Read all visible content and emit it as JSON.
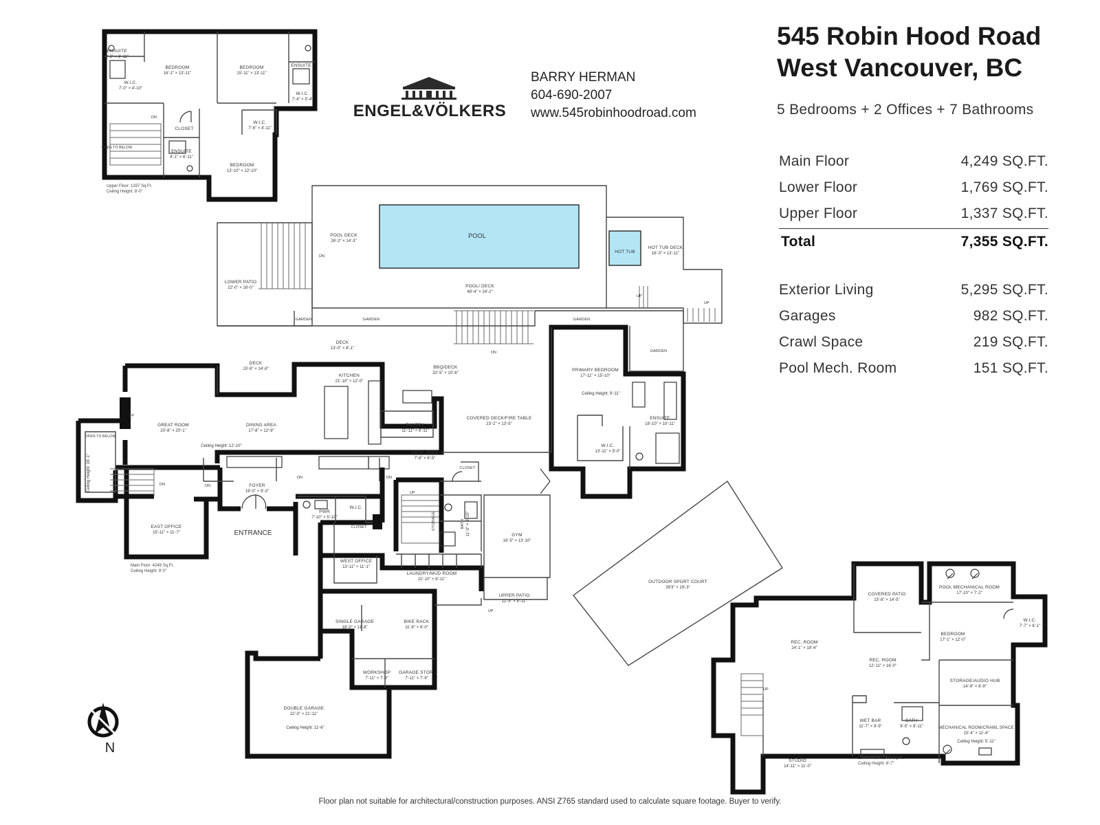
{
  "property": {
    "address_line1": "545 Robin Hood Road",
    "address_line2": "West Vancouver, BC",
    "summary": "5 Bedrooms + 2 Offices + 7 Bathrooms"
  },
  "areas": [
    {
      "label": "Main Floor",
      "value": "4,249 SQ.FT."
    },
    {
      "label": "Lower Floor",
      "value": "1,769 SQ.FT."
    },
    {
      "label": "Upper Floor",
      "value": "1,337 SQ.FT."
    }
  ],
  "total": {
    "label": "Total",
    "value": "7,355 SQ.FT."
  },
  "other_areas": [
    {
      "label": "Exterior Living",
      "value": "5,295 SQ.FT."
    },
    {
      "label": "Garages",
      "value": "982 SQ.FT."
    },
    {
      "label": "Crawl Space",
      "value": "219 SQ.FT."
    },
    {
      "label": "Pool Mech. Room",
      "value": "151 SQ.FT."
    }
  ],
  "brand": {
    "name": "ENGEL&VÖLKERS",
    "logo_icon": "house-logo-icon"
  },
  "agent": {
    "name": "BARRY HERMAN",
    "phone": "604-690-2007",
    "website": "www.545robinhoodroad.com"
  },
  "disclaimer": "Floor plan not suitable for architectural/construction purposes. ANSI Z765 standard used to calculate square footage. Buyer to verify.",
  "compass": {
    "label": "N",
    "icon": "north-arrow-icon"
  },
  "upper_floor": {
    "caption": "Upper Floor: 1337 Sq.Ft.",
    "ceiling": "Ceiling Height: 8'-0\"",
    "rooms": [
      {
        "name": "ENSUITE",
        "dims": "8'-3\" × 6'-11\""
      },
      {
        "name": "BEDROOM",
        "dims": "16'-1\" × 13'-11\""
      },
      {
        "name": "BEDROOM",
        "dims": "15'-11\" × 13'-11\""
      },
      {
        "name": "ENSUITE",
        "dims": ""
      },
      {
        "name": "W.I.C.",
        "dims": "7'-0\" × 4'-10\""
      },
      {
        "name": "W.I.C.",
        "dims": "7'-4\" × 5'-4\""
      },
      {
        "name": "CLOSET",
        "dims": ""
      },
      {
        "name": "W.I.C.",
        "dims": "7'-6\" × 4'-11\""
      },
      {
        "name": "OPEN TO BELOW",
        "dims": ""
      },
      {
        "name": "ENSUITE",
        "dims": "8'-1\" × 6'-11\""
      },
      {
        "name": "BEDROOM",
        "dims": "13'-10\" × 12'-10\""
      }
    ],
    "dn": "DN"
  },
  "main_floor": {
    "caption": "Main Floor: 4249 Sq.Ft.",
    "ceiling": "Ceiling Height: 9'-0\"",
    "rooms": [
      {
        "name": "POOL",
        "dims": ""
      },
      {
        "name": "POOL DECK",
        "dims": "26'-2\" × 14'-3\""
      },
      {
        "name": "HOT TUB",
        "dims": ""
      },
      {
        "name": "HOT TUB DECK",
        "dims": "16'-3\" × 13'-11\""
      },
      {
        "name": "LOWER PATIO",
        "dims": "22'-0\" × 16'-0\""
      },
      {
        "name": "POOL/ DECK",
        "dims": "48'-4\" × 24'-2\""
      },
      {
        "name": "GARDEN",
        "dims": ""
      },
      {
        "name": "GARDEN",
        "dims": ""
      },
      {
        "name": "GARDEN",
        "dims": ""
      },
      {
        "name": "GARDEN",
        "dims": ""
      },
      {
        "name": "DECK",
        "dims": "13'-0\" × 8'-1\""
      },
      {
        "name": "DECK",
        "dims": "15'-8\" × 14'-8\""
      },
      {
        "name": "KITCHEN",
        "dims": "21'-10\" × 12'-0\""
      },
      {
        "name": "BBQ/DECK",
        "dims": "32'-5\" × 10'-6\""
      },
      {
        "name": "PRIMARY BEDROOM",
        "dims": "17'-11\" × 15'-10\""
      },
      {
        "name": "GREAT ROOM",
        "dims": "20'-8\" × 20'-1\""
      },
      {
        "name": "DINING AREA",
        "dims": "17'-8\" × 12'-9\""
      },
      {
        "name": "PANTRY",
        "dims": "11'-11\" × 8'-11\""
      },
      {
        "name": "COVERED DECK/FIRE TABLE",
        "dims": "23'-2\" × 13'-5\""
      },
      {
        "name": "ENSUITE",
        "dims": "18'-10\" × 10'-11\""
      },
      {
        "name": "W.I.C.",
        "dims": "13'-11\" × 9'-0\""
      },
      {
        "name": "DESK AREA",
        "dims": "7'-6\" × 6'-5\""
      },
      {
        "name": "CLOSET",
        "dims": ""
      },
      {
        "name": "OPEN TO BELOW",
        "dims": ""
      },
      {
        "name": "FOYER",
        "dims": "19'-0\" × 9'-3\""
      },
      {
        "name": "EAST OFFICE",
        "dims": "15'-11\" × 11'-7\""
      },
      {
        "name": "PWR",
        "dims": "7'-10\" × 5'-10\""
      },
      {
        "name": "W.I.C.",
        "dims": ""
      },
      {
        "name": "CLOSET",
        "dims": ""
      },
      {
        "name": "STORAGE",
        "dims": ""
      },
      {
        "name": "BATH",
        "dims": "11'-0\" × 6'-10\""
      },
      {
        "name": "GYM",
        "dims": "16'-5\" × 13'-10\""
      },
      {
        "name": "WEST OFFICE",
        "dims": "13'-11\" × 11'-1\""
      },
      {
        "name": "LAUNDRY/MUD ROOM",
        "dims": "22'-10\" × 8'-11\""
      },
      {
        "name": "UPPER PATIO",
        "dims": "12'-5\" × 8'-11\""
      },
      {
        "name": "SINGLE GARAGE",
        "dims": "18'-0\" × 11'-8\""
      },
      {
        "name": "BIKE RACK",
        "dims": "11'-8\" × 6'-0\""
      },
      {
        "name": "WORKSHOP",
        "dims": "7'-11\" × 7'-9\""
      },
      {
        "name": "GARAGE STOR.",
        "dims": "7'-11\" × 7'-9\""
      },
      {
        "name": "DOUBLE GARAGE",
        "dims": "22'-0\" × 21'-11\""
      },
      {
        "name": "OUTDOOR SPORT COURT",
        "dims": "39'3\" × 19'-3\""
      }
    ],
    "entrance": "ENTRANCE",
    "great_room_ceiling": "Ceiling Height: 12'-10\"",
    "primary_ceiling": "Ceiling Height: 9'-11\"",
    "stair_ceiling": "Ceiling Height: 16'-1\"",
    "garage_ceiling": "Ceiling Height: 11'-6\"",
    "fp": "FP",
    "dn": "DN",
    "up": "UP"
  },
  "lower_floor": {
    "caption": "Lower Floor: 1769 Sq.Ft.",
    "ceiling": "Ceiling Height: 8'-7\"",
    "rooms": [
      {
        "name": "COVERED PATIO",
        "dims": "15'-8\" × 14'-5\""
      },
      {
        "name": "POOL MECHANICAL ROOM",
        "dims": "17'-10\" × 7'-2\""
      },
      {
        "name": "REC. ROOM",
        "dims": "24'-1\" × 18'-4\""
      },
      {
        "name": "REC. ROOM",
        "dims": "12'-11\" × 16'-0\""
      },
      {
        "name": "BEDROOM",
        "dims": "17'-1\" × 12'-0\""
      },
      {
        "name": "W.I.C.",
        "dims": "7'-7\" × 6'-1\""
      },
      {
        "name": "STORAGE/AUDIO HUB",
        "dims": "14'-9\" × 8'-9\""
      },
      {
        "name": "WET BAR",
        "dims": "11'-7\" × 9'-9\""
      },
      {
        "name": "BATH",
        "dims": "9'-5\" × 8'-11\""
      },
      {
        "name": "MECHANICAL ROOM/CRAWL SPACE",
        "dims": "15'-4\" × 11'-4\""
      },
      {
        "name": "STUDIO",
        "dims": "14'-11\" × 11'-0\""
      }
    ],
    "mech_ceiling": "Ceiling Height: 5'-11\"",
    "up": "UP"
  }
}
